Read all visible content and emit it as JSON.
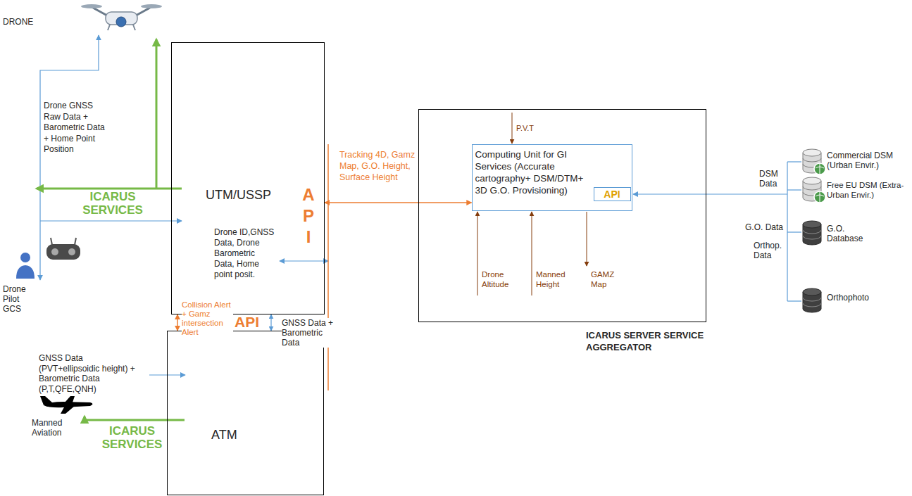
{
  "diagram": {
    "nodes": [
      {
        "text": [
          "UTM/USSP",
          "Drone ID,GNSS Data, Drone Barometric Data, Home point posit."
        ]
      },
      {
        "text": [
          "ATM"
        ]
      },
      {
        "text": [
          "ICARUS SERVER SERVICE AGGREGATOR"
        ]
      },
      {
        "text": [
          "Computing Unit for GI Services (Accurate cartography+ DSM/DTM+ 3D G.O. Provisioning)"
        ],
        "in": 2
      },
      {
        "text": [
          "API"
        ],
        "in": 3
      }
    ],
    "edges": [
      {
        "from": 0,
        "to": 3,
        "arrow": "both"
      },
      {
        "from": 1,
        "to": 0,
        "arrow": "both"
      },
      {
        "from": 0,
        "to": 1,
        "arrow": "both"
      }
    ],
    "labels": [
      "DRONE",
      "Drone GNSS Raw Data + Barometric Data + Home Point Position",
      "ICARUS SERVICES",
      "Drone Pilot GCS",
      "A P I",
      "Tracking 4D, Gamz Map, G.O. Height, Surface Height",
      "Collision Alert + Gamz intersection Alert",
      "API",
      "GNSS Data + Barometric Data",
      "GNSS Data (PVT+ellipsoidic height) + Barometric Data (P,T,QFE,QNH)",
      "Manned Aviation",
      "ICARUS SERVICES",
      "P.V.T",
      "Drone Altitude",
      "Manned Height",
      "GAMZ Map",
      "DSM Data",
      "G.O. Data",
      "Orthop. Data",
      "Commercial DSM (Urban Envir.)",
      "Free EU DSM (Extra-Urban Envir.)",
      "G.O. Database",
      "Orthophoto"
    ]
  }
}
